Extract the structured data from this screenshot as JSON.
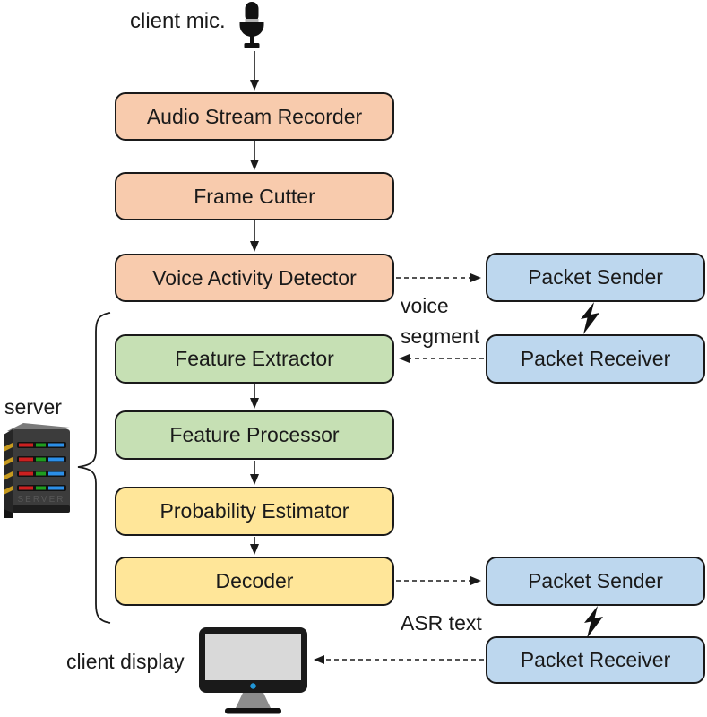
{
  "diagram": {
    "title_labels": {
      "client_mic": "client mic.",
      "server": "server",
      "client_display": "client display",
      "server_icon_text": "SERVER"
    },
    "edge_labels": {
      "voice_segment_line1": "voice",
      "voice_segment_line2": "segment",
      "asr_text": "ASR text"
    },
    "boxes": [
      {
        "id": "audio-stream-recorder",
        "label": "Audio Stream Recorder",
        "fill": "#F8CBAD",
        "stage": "client"
      },
      {
        "id": "frame-cutter",
        "label": "Frame Cutter",
        "fill": "#F8CBAD",
        "stage": "client"
      },
      {
        "id": "voice-activity-detector",
        "label": "Voice Activity Detector",
        "fill": "#F8CBAD",
        "stage": "client"
      },
      {
        "id": "feature-extractor",
        "label": "Feature Extractor",
        "fill": "#C6E0B4",
        "stage": "server"
      },
      {
        "id": "feature-processor",
        "label": "Feature Processor",
        "fill": "#C6E0B4",
        "stage": "server"
      },
      {
        "id": "probability-estimator",
        "label": "Probability Estimator",
        "fill": "#FFE699",
        "stage": "server"
      },
      {
        "id": "decoder",
        "label": "Decoder",
        "fill": "#FFE699",
        "stage": "server"
      },
      {
        "id": "packet-sender-top",
        "label": "Packet Sender",
        "fill": "#BDD7EE",
        "stage": "network"
      },
      {
        "id": "packet-receiver-top",
        "label": "Packet Receiver",
        "fill": "#BDD7EE",
        "stage": "network"
      },
      {
        "id": "packet-sender-bottom",
        "label": "Packet Sender",
        "fill": "#BDD7EE",
        "stage": "network"
      },
      {
        "id": "packet-receiver-bottom",
        "label": "Packet Receiver",
        "fill": "#BDD7EE",
        "stage": "network"
      }
    ],
    "icons": [
      {
        "name": "microphone-icon",
        "meaning": "client microphone input"
      },
      {
        "name": "server-icon",
        "meaning": "server machine"
      },
      {
        "name": "monitor-icon",
        "meaning": "client display output"
      },
      {
        "name": "lightning-bolt-icon",
        "meaning": "network link client to server"
      },
      {
        "name": "lightning-bolt-icon",
        "meaning": "network link server to client"
      },
      {
        "name": "curly-brace",
        "meaning": "groups server-side stages"
      }
    ],
    "colors": {
      "client_stage_fill": "#F8CBAD",
      "server_feature_stage_fill": "#C6E0B4",
      "server_decode_stage_fill": "#FFE699",
      "network_stage_fill": "#BDD7EE",
      "box_border": "#1A1A1A",
      "background": "#FFFFFF",
      "monitor_led": "#2196D6",
      "mic_band": "#B3B3B3"
    }
  }
}
